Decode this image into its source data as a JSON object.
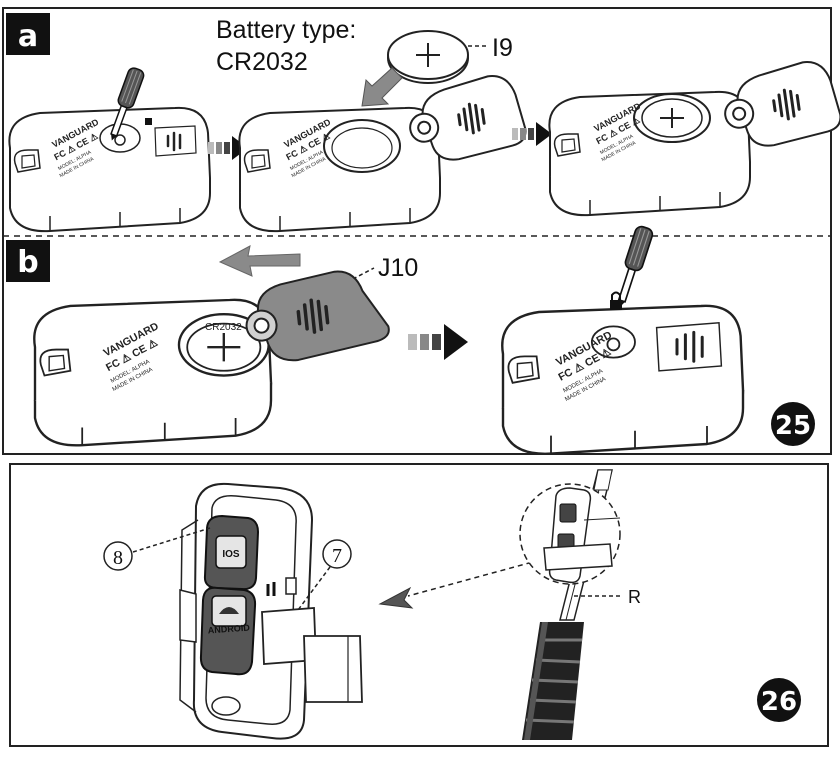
{
  "panel_25": {
    "row_a_tag": "a",
    "row_b_tag": "b",
    "battery_type_line1": "Battery type:",
    "battery_type_line2": "CR2032",
    "callout_battery": "I9",
    "callout_cover": "J10",
    "coin_text": "CR2032",
    "figure_number": "25"
  },
  "panel_26": {
    "callout_8": "8",
    "callout_7": "7",
    "button_ios": "IOS",
    "button_android": "ANDROID",
    "callout_r": "R",
    "figure_number": "26"
  },
  "colors": {
    "frame": "#222222",
    "tag_background": "#111111",
    "cover_grey": "#8a8a8a",
    "arrow_grey": "#7a7a7a"
  },
  "icons": [
    "screwdriver-icon",
    "coin-battery-icon",
    "lock-icon",
    "direction-arrow-icon",
    "device-outline-icon",
    "telescopic-pole-icon"
  ]
}
